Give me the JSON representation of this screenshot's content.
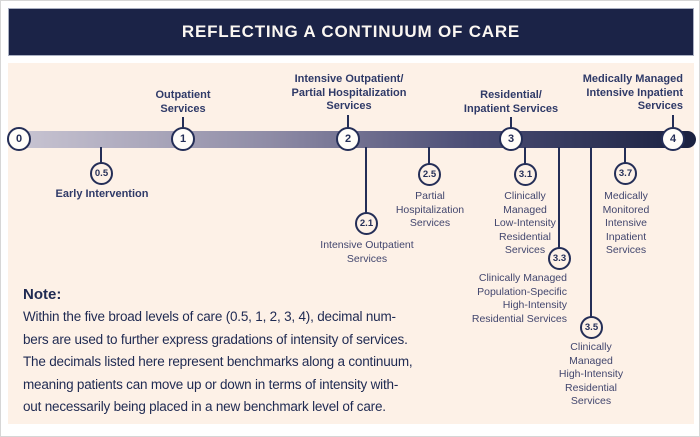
{
  "header": {
    "title": "REFLECTING A CONTINUUM OF CARE"
  },
  "timeline": {
    "levels": [
      {
        "value": "0",
        "label": ""
      },
      {
        "value": "1",
        "label": "Outpatient\nServices"
      },
      {
        "value": "2",
        "label": "Intensive Outpatient/\nPartial Hospitalization\nServices"
      },
      {
        "value": "3",
        "label": "Residential/\nInpatient Services"
      },
      {
        "value": "4",
        "label": "Medically Managed\nIntensive Inpatient\nServices"
      }
    ],
    "sublevels": [
      {
        "value": "0.5",
        "label": "Early Intervention"
      },
      {
        "value": "2.1",
        "label": "Intensive Outpatient\nServices"
      },
      {
        "value": "2.5",
        "label": "Partial\nHospitalization\nServices"
      },
      {
        "value": "3.1",
        "label": "Clinically\nManaged\nLow-Intensity\nResidential\nServices"
      },
      {
        "value": "3.3",
        "label": "Clinically Managed\nPopulation-Specific\nHigh-Intensity\nResidential Services"
      },
      {
        "value": "3.5",
        "label": "Clinically\nManaged\nHigh-Intensity\nResidential\nServices"
      },
      {
        "value": "3.7",
        "label": "Medically\nMonitored\nIntensive\nInpatient\nServices"
      }
    ]
  },
  "note": {
    "heading": "Note:",
    "body": "Within the five broad levels of care (0.5, 1, 2, 3, 4), decimal num-\nbers are used to further express gradations of intensity of services.\nThe decimals listed here represent benchmarks along a continuum,\nmeaning patients can move up or down in terms of intensity with-\nout necessarily being placed in a new benchmark level of care."
  },
  "colors": {
    "header_bg": "#1b2347",
    "panel_bg": "#fdf1e7",
    "navy": "#242e57",
    "bar_gradient_start": "#cbc7d4",
    "bar_gradient_end": "#1a2140"
  }
}
